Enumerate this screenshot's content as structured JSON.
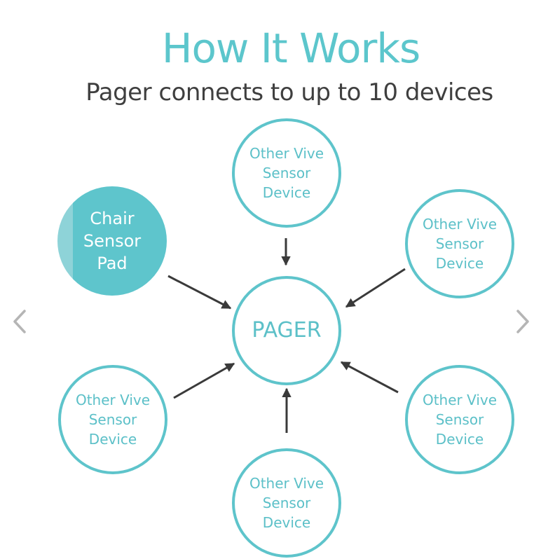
{
  "header": {
    "title": "How It Works",
    "subtitle": "Pager connects to up to 10 devices"
  },
  "diagram": {
    "center": "PAGER",
    "chair": [
      "Chair",
      "Sensor",
      "Pad"
    ],
    "device": [
      "Other Vive",
      "Sensor",
      "Device"
    ]
  },
  "colors": {
    "accent": "#5ec4cb",
    "accent_light": "#8ed3d8",
    "text_dark": "#3f3f3f",
    "arrow": "#3a3a3a",
    "nav": "#b5b5b5"
  },
  "icons": {
    "prev": "chevron-left-icon",
    "next": "chevron-right-icon"
  }
}
